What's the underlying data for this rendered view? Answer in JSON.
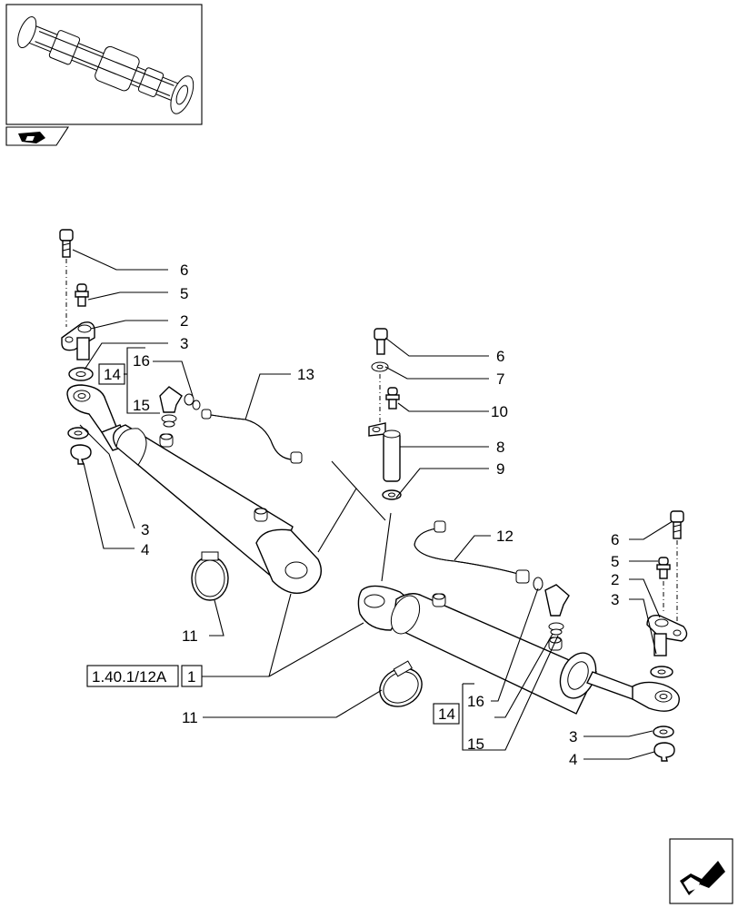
{
  "diagram": {
    "reference_code": "1.40.1/12A",
    "reference_page": "1",
    "group_label": "14",
    "callouts": [
      {
        "id": "c6a",
        "text": "6"
      },
      {
        "id": "c5a",
        "text": "5"
      },
      {
        "id": "c2a",
        "text": "2"
      },
      {
        "id": "c3a",
        "text": "3"
      },
      {
        "id": "c16a",
        "text": "16"
      },
      {
        "id": "c15a",
        "text": "15"
      },
      {
        "id": "c13",
        "text": "13"
      },
      {
        "id": "c3b",
        "text": "3"
      },
      {
        "id": "c4a",
        "text": "4"
      },
      {
        "id": "c11a",
        "text": "11"
      },
      {
        "id": "c11b",
        "text": "11"
      },
      {
        "id": "c6b",
        "text": "6"
      },
      {
        "id": "c7",
        "text": "7"
      },
      {
        "id": "c10",
        "text": "10"
      },
      {
        "id": "c8",
        "text": "8"
      },
      {
        "id": "c9",
        "text": "9"
      },
      {
        "id": "c12",
        "text": "12"
      },
      {
        "id": "c6c",
        "text": "6"
      },
      {
        "id": "c5b",
        "text": "5"
      },
      {
        "id": "c2b",
        "text": "2"
      },
      {
        "id": "c3c",
        "text": "3"
      },
      {
        "id": "c16b",
        "text": "16"
      },
      {
        "id": "c15b",
        "text": "15"
      },
      {
        "id": "c3d",
        "text": "3"
      },
      {
        "id": "c4b",
        "text": "4"
      }
    ]
  }
}
